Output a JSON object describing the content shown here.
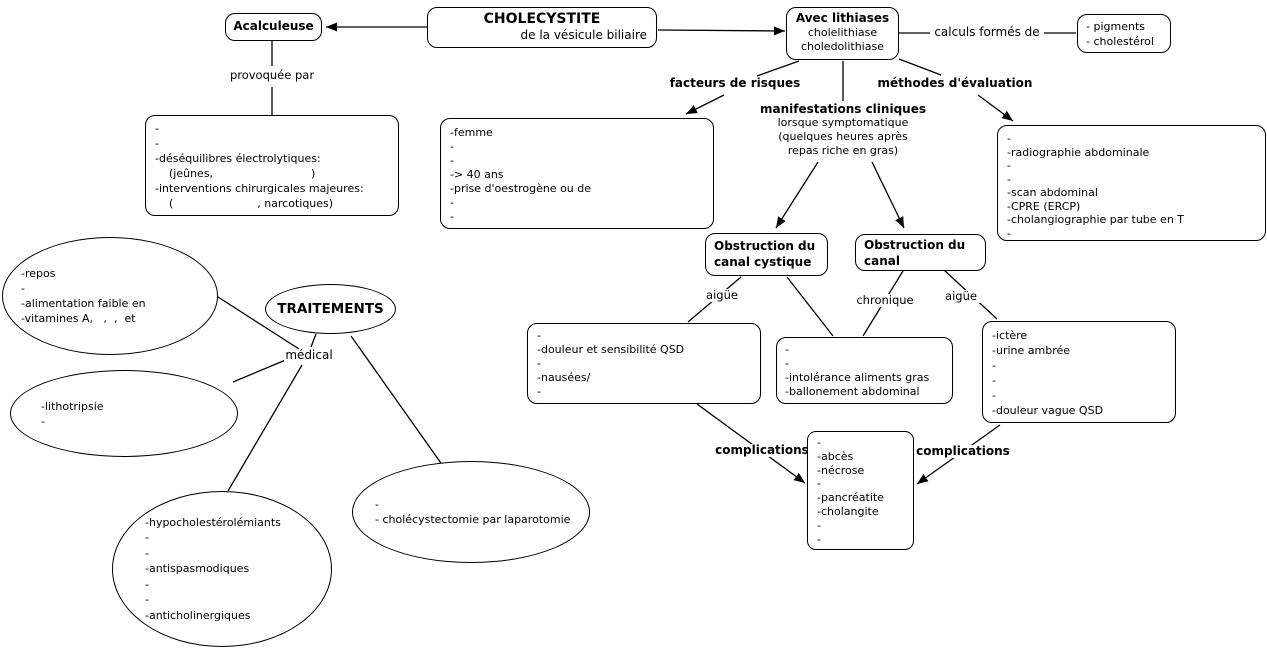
{
  "root": {
    "title": "CHOLECYSTITE",
    "subtitle": "de la vésicule biliaire"
  },
  "acalculeuse": {
    "label": "Acalculeuse",
    "edge_label": "provoquée par",
    "causes": [
      "-",
      "-",
      "-déséquilibres électrolytiques:",
      "    (jeûnes,                            )",
      "-interventions chirurgicales majeures:",
      "    (                        , narcotiques)"
    ]
  },
  "lithiases": {
    "label": "Avec lithiases",
    "sub": [
      "cholelithiase",
      "choledolithiase"
    ],
    "calculs_edge_label": "calculs formés de",
    "calculs": [
      "- pigments",
      "- cholestérol"
    ]
  },
  "branches": {
    "risk_label": "facteurs de risques",
    "risk_items": [
      "-femme",
      "-",
      "-",
      "-> 40 ans",
      "-prise d'oestrogène ou de",
      "-",
      "-"
    ],
    "manifest_label": "manifestations cliniques",
    "manifest_sub": [
      "lorsque symptomatique",
      "(quelques heures après",
      "repas riche en gras)"
    ],
    "eval_label": "méthodes d'évaluation",
    "eval_items": [
      "-",
      "-radiographie abdominale",
      "-",
      "-",
      "-scan abdominal",
      "-CPRE (ERCP)",
      "-cholangiographie par tube en T",
      "-"
    ]
  },
  "obstruction_cystique": {
    "lines": [
      "Obstruction du",
      "canal cystique"
    ],
    "edge_label": "aigüe"
  },
  "obstruction_canal": {
    "lines": [
      "Obstruction du",
      "canal"
    ],
    "edge_label_left": "chronique",
    "edge_label_right": "aigüe"
  },
  "findings": {
    "acute_cystic": [
      "-",
      "-douleur et sensibilité QSD",
      "-",
      "-nausées/",
      "-"
    ],
    "chronic": [
      "-",
      "-",
      "-intolérance aliments gras",
      "-ballonement abdominal"
    ],
    "acute_canal": [
      "-ictère",
      "-urine ambrée",
      "-",
      "-",
      "-",
      "-douleur vague QSD"
    ]
  },
  "complications": {
    "left_label": "complications",
    "right_label": "complications",
    "items": [
      "-",
      "-abcès",
      "-nécrose",
      "-",
      "-pancréatite",
      "-cholangite",
      "-",
      "-"
    ]
  },
  "treatments": {
    "label": "TRAITEMENTS",
    "medical_label": "médical",
    "rest": [
      "-repos",
      "-",
      "-alimentation faible en",
      "-vitamines A,   ,  ,  et"
    ],
    "lithotripsy": [
      "-lithotripsie",
      "-"
    ],
    "drugs": [
      "-hypocholestérolémiants",
      "-",
      "-",
      "-antispasmodiques",
      "-",
      "-",
      "-anticholinergiques"
    ],
    "surgery": [
      "-",
      "- cholécystectomie par laparotomie"
    ]
  }
}
